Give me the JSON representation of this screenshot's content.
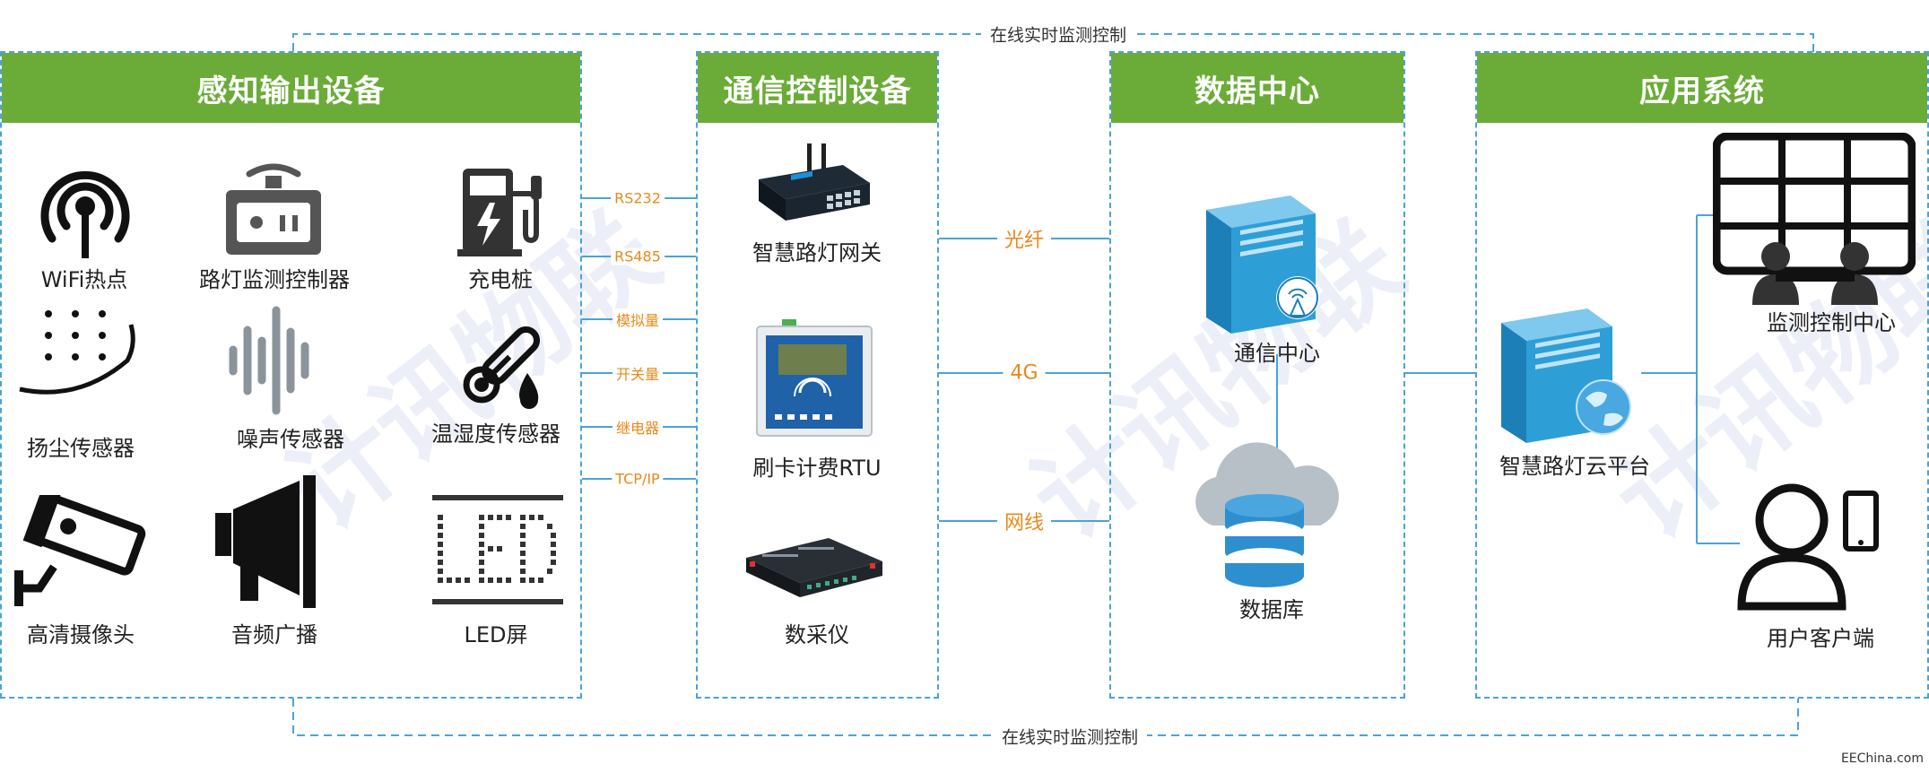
{
  "loop_label_top": "在线实时监测控制",
  "loop_label_bottom": "在线实时监测控制",
  "watermark": "计讯物联",
  "footer_brand": "EEChina.com",
  "colors": {
    "header_green": "#6aac37",
    "dashed_blue": "#4aa3d8",
    "orange_label": "#e8891b",
    "server_blue": "#2e9fd6"
  },
  "panels": {
    "sensing": {
      "title": "感知输出设备",
      "devices": [
        {
          "label": "WiFi热点",
          "icon": "wifi-hotspot-icon"
        },
        {
          "label": "路灯监测控制器",
          "icon": "streetlight-controller-icon"
        },
        {
          "label": "充电桩",
          "icon": "charging-pile-icon"
        },
        {
          "label": "扬尘传感器",
          "icon": "dust-sensor-icon"
        },
        {
          "label": "噪声传感器",
          "icon": "noise-sensor-icon"
        },
        {
          "label": "温湿度传感器",
          "icon": "thermometer-icon"
        },
        {
          "label": "高清摄像头",
          "icon": "camera-icon"
        },
        {
          "label": "音频广播",
          "icon": "speaker-icon"
        },
        {
          "label": "LED屏",
          "icon": "led-screen-icon"
        }
      ]
    },
    "comm": {
      "title": "通信控制设备",
      "devices": [
        {
          "label": "智慧路灯网关",
          "icon": "gateway-icon"
        },
        {
          "label": "刷卡计费RTU",
          "icon": "rtu-icon"
        },
        {
          "label": "数采仪",
          "icon": "data-logger-icon"
        }
      ]
    },
    "datacenter": {
      "title": "数据中心",
      "devices": [
        {
          "label": "通信中心",
          "icon": "server-icon"
        },
        {
          "label": "数据库",
          "icon": "database-cloud-icon"
        }
      ]
    },
    "app": {
      "title": "应用系统",
      "devices": [
        {
          "label": "智慧路灯云平台",
          "icon": "cloud-platform-server-icon"
        },
        {
          "label": "监测控制中心",
          "icon": "monitor-center-icon"
        },
        {
          "label": "用户客户端",
          "icon": "user-client-icon"
        }
      ]
    }
  },
  "interfaces": [
    "RS232",
    "RS485",
    "模拟量",
    "开关量",
    "继电器",
    "TCP/IP"
  ],
  "networks": [
    "光纤",
    "4G",
    "网线"
  ]
}
